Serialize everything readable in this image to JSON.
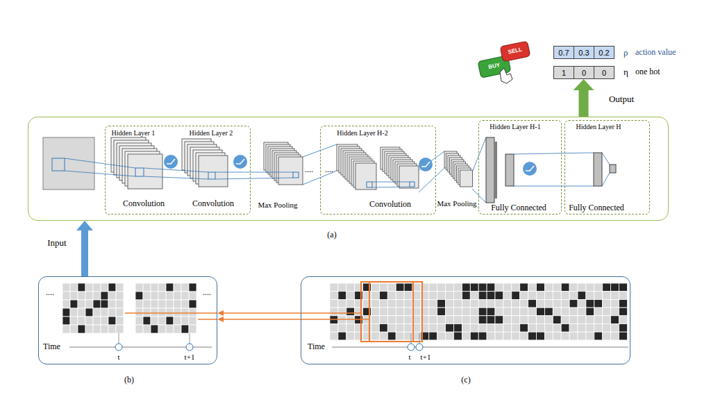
{
  "diagram": {
    "nodes": [
      {
        "text": [
          "0.7",
          "0.3",
          "0.2"
        ]
      },
      {
        "text": [
          "1",
          "0",
          "0"
        ]
      },
      {
        "text": [
          "(a)"
        ]
      },
      {
        "text": [
          "Hidden Layer 1",
          "Hidden Layer 2",
          "Convolution",
          "Convolution"
        ],
        "in": 2
      },
      {
        "text": [
          "Hidden Layer H-2",
          "Convolution"
        ],
        "in": 2
      },
      {
        "text": [
          "Hidden Layer H-1",
          "Fully Connected"
        ],
        "in": 2
      },
      {
        "text": [
          "Hidden Layer H",
          "Fully Connected"
        ],
        "in": 2
      },
      {
        "text": [
          "(b)"
        ]
      },
      {
        "text": [
          "(c)"
        ]
      }
    ],
    "edges": [
      {
        "from": 2,
        "to": 1,
        "arrow": "to",
        "label": "Output"
      },
      {
        "from": 7,
        "to": 2,
        "arrow": "to",
        "label": "Input"
      },
      {
        "from": 8,
        "to": 7,
        "arrow": "to"
      },
      {
        "from": 8,
        "to": 7,
        "arrow": "to"
      }
    ],
    "labels": [
      "ρ",
      "action value",
      "η",
      "one hot",
      "BUY",
      "SELL",
      "Max Pooling",
      "....",
      "....",
      "Max Pooling",
      "....",
      "....",
      "Time",
      "t",
      "t+1",
      "Time",
      "t",
      "t+1"
    ]
  }
}
